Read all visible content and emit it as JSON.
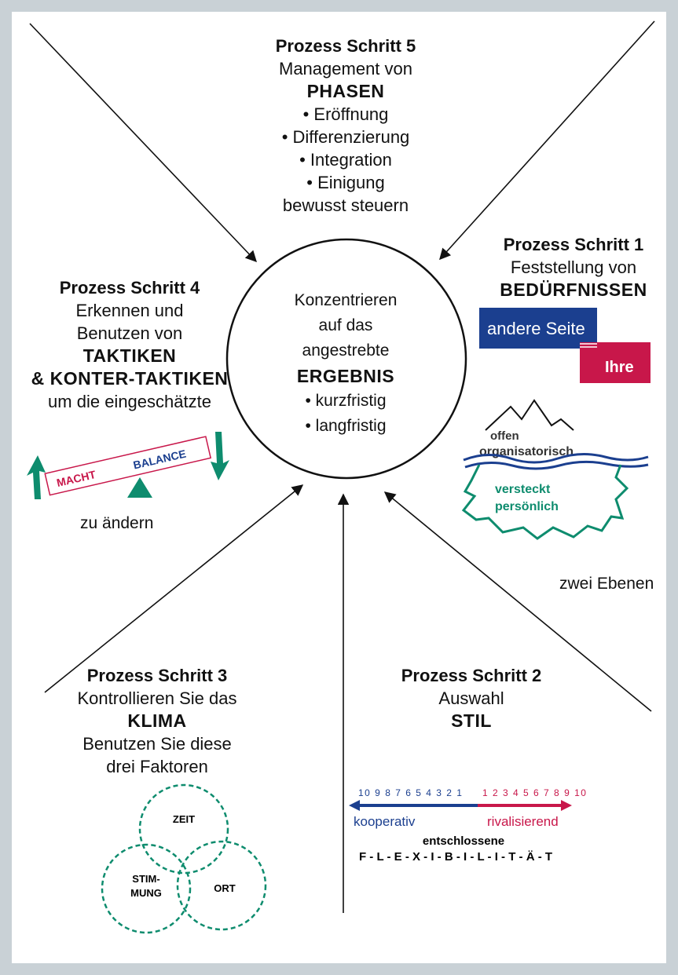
{
  "center": {
    "line1": "Konzentrieren",
    "line2": "auf das",
    "line3": "angestrebte",
    "title": "ERGEBNIS",
    "b1": "• kurzfristig",
    "b2": "• langfristig"
  },
  "step5": {
    "heading": "Prozess Schritt 5",
    "l1": "Management von",
    "big": "PHASEN",
    "b1": "• Eröffnung",
    "b2": "• Differenzierung",
    "b3": "• Integration",
    "b4": "• Einigung",
    "l2": "bewusst steuern"
  },
  "step1": {
    "heading": "Prozess Schritt 1",
    "l1": "Feststellung von",
    "big": "BEDÜRFNISSEN",
    "box_top": "andere Seite",
    "box_bottom": "Ihre",
    "iceberg_top1": "offen",
    "iceberg_top2": "organisatorisch",
    "iceberg_bot1": "versteckt",
    "iceberg_bot2": "persönlich",
    "caption": "zwei Ebenen"
  },
  "step4": {
    "heading": "Prozess Schritt 4",
    "l1": "Erkennen und",
    "l2": "Benutzen von",
    "big1": "TAKTIKEN",
    "big2": "& KONTER-TAKTIKEN",
    "l3": "um die eingeschätzte",
    "seesaw_left": "MACHT",
    "seesaw_right": "BALANCE",
    "caption": "zu ändern"
  },
  "step3": {
    "heading": "Prozess Schritt 3",
    "l1": "Kontrollieren Sie das",
    "big": "KLIMA",
    "l2": "Benutzen Sie diese",
    "l3": "drei Faktoren",
    "c_top": "ZEIT",
    "c_left1": "STIM-",
    "c_left2": "MUNG",
    "c_right": "ORT"
  },
  "step2": {
    "heading": "Prozess Schritt 2",
    "l1": "Auswahl",
    "big": "STIL",
    "scale_left": "10 9 8 7 6 5 4 3 2 1",
    "scale_right": "1 2 3 4 5 6 7 8 9 10",
    "label_left": "kooperativ",
    "label_right": "rivalisierend",
    "l2": "entschlossene",
    "l3": "F - L - E - X - I - B - I - L - I - T - Ä - T"
  },
  "colors": {
    "blue": "#1b3f8f",
    "red": "#c8174a",
    "green": "#0e8c6e",
    "frame": "#c9d1d6"
  }
}
